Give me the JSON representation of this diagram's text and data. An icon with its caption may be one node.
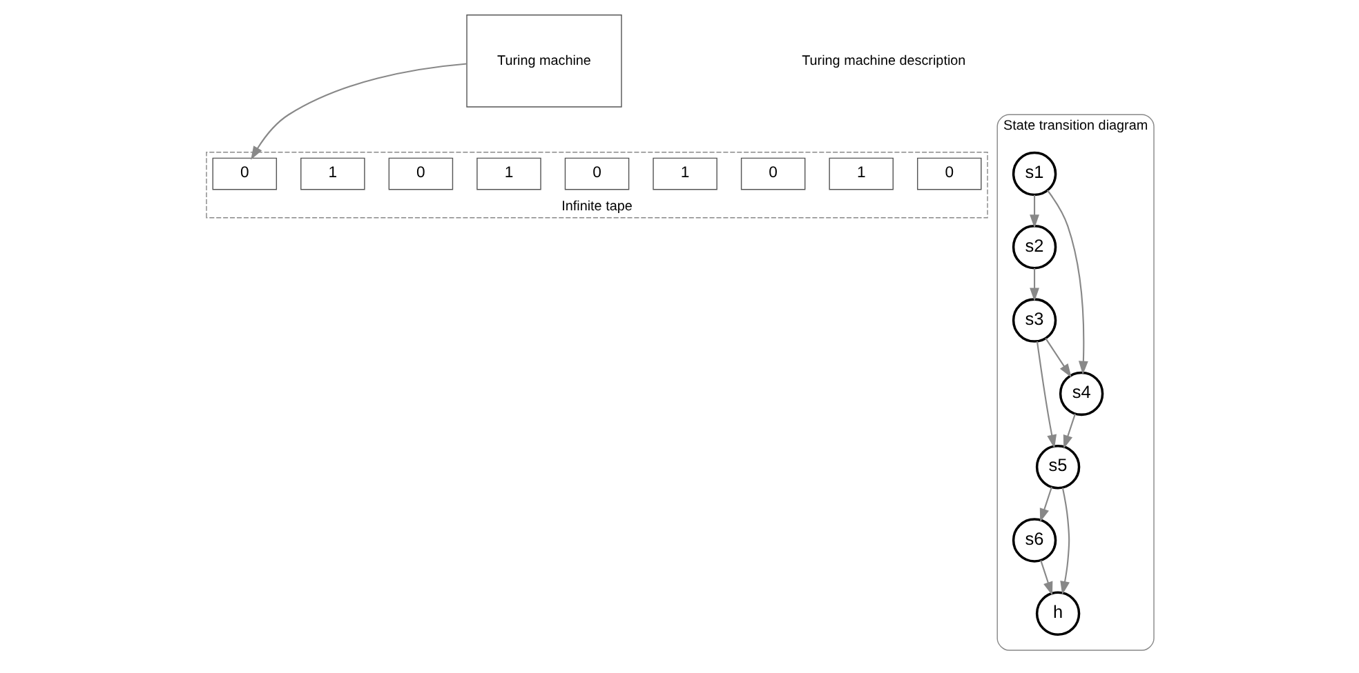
{
  "diagram": {
    "nodes": [
      {
        "text": [
          "Turing machine"
        ]
      },
      {
        "text": [
          "State transition diagram"
        ]
      },
      {
        "text": [
          "s1"
        ],
        "in": 1
      },
      {
        "text": [
          "s2"
        ],
        "in": 1
      },
      {
        "text": [
          "s3"
        ],
        "in": 1
      },
      {
        "text": [
          "s4"
        ],
        "in": 1
      },
      {
        "text": [
          "s5"
        ],
        "in": 1
      },
      {
        "text": [
          "s6"
        ],
        "in": 1
      },
      {
        "text": [
          "h"
        ],
        "in": 1
      },
      {
        "text": [
          "Infinite tape"
        ]
      },
      {
        "text": [
          "0"
        ],
        "in": 9
      },
      {
        "text": [
          "1"
        ],
        "in": 9
      },
      {
        "text": [
          "0"
        ],
        "in": 9
      },
      {
        "text": [
          "1"
        ],
        "in": 9
      },
      {
        "text": [
          "0"
        ],
        "in": 9
      },
      {
        "text": [
          "1"
        ],
        "in": 9
      },
      {
        "text": [
          "0"
        ],
        "in": 9
      },
      {
        "text": [
          "1"
        ],
        "in": 9
      },
      {
        "text": [
          "0"
        ],
        "in": 9
      }
    ],
    "edges": [
      {
        "from": 2,
        "to": 3,
        "arrow": "to"
      },
      {
        "from": 3,
        "to": 4,
        "arrow": "to"
      },
      {
        "from": 2,
        "to": 5,
        "arrow": "to"
      },
      {
        "from": 4,
        "to": 5,
        "arrow": "to"
      },
      {
        "from": 4,
        "to": 6,
        "arrow": "to"
      },
      {
        "from": 5,
        "to": 6,
        "arrow": "to"
      },
      {
        "from": 6,
        "to": 7,
        "arrow": "to"
      },
      {
        "from": 7,
        "to": 8,
        "arrow": "to"
      },
      {
        "from": 6,
        "to": 8,
        "arrow": "to"
      },
      {
        "from": 0,
        "to": 10,
        "arrow": "to"
      }
    ],
    "labels": [
      "Turing machine description"
    ]
  }
}
